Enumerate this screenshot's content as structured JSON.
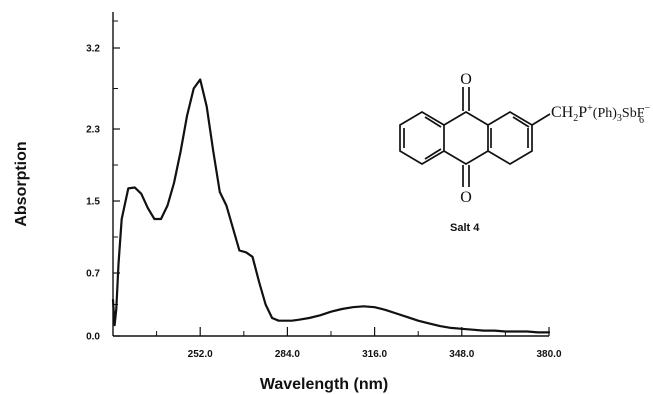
{
  "chart_data": {
    "type": "line",
    "title": "",
    "xlabel": "Wavelength (nm)",
    "ylabel": "Absorption",
    "xlim": [
      220,
      380
    ],
    "ylim": [
      0,
      3.6
    ],
    "x_ticks": [
      252,
      284,
      316,
      348,
      380
    ],
    "x_tick_labels": [
      "252.0",
      "284.0",
      "316.0",
      "348.0",
      "380.0"
    ],
    "y_ticks": [
      0.0,
      0.7,
      1.5,
      2.3,
      3.2
    ],
    "y_tick_labels": [
      "0.0",
      "0.7",
      "1.5",
      "2.3",
      "3.2"
    ],
    "grid": false,
    "series": [
      {
        "x": [
          220.0,
          220.6,
          221.2,
          222.0,
          223.2,
          225.6,
          228.0,
          230.4,
          232.8,
          235.2,
          237.6,
          240.0,
          242.4,
          244.8,
          247.2,
          249.6,
          252.0,
          254.4,
          256.8,
          259.2,
          261.6,
          264.0,
          266.4,
          268.8,
          271.2,
          273.6,
          276.0,
          278.4,
          280.8,
          283.2,
          285.6,
          288.0,
          292.0,
          296.0,
          300.0,
          304.0,
          308.0,
          312.0,
          316.0,
          320.0,
          324.0,
          328.0,
          332.0,
          336.0,
          340.0,
          344.0,
          348.0,
          352.0,
          356.0,
          360.0,
          364.0,
          368.0,
          372.0,
          376.0,
          380.0
        ],
        "y": [
          0.4,
          0.12,
          0.3,
          0.8,
          1.3,
          1.64,
          1.65,
          1.58,
          1.42,
          1.3,
          1.3,
          1.45,
          1.7,
          2.05,
          2.45,
          2.75,
          2.85,
          2.55,
          2.05,
          1.6,
          1.45,
          1.2,
          0.95,
          0.93,
          0.88,
          0.6,
          0.35,
          0.2,
          0.17,
          0.17,
          0.17,
          0.18,
          0.2,
          0.23,
          0.27,
          0.3,
          0.32,
          0.33,
          0.32,
          0.29,
          0.25,
          0.21,
          0.17,
          0.14,
          0.11,
          0.09,
          0.08,
          0.07,
          0.06,
          0.06,
          0.05,
          0.05,
          0.05,
          0.04,
          0.04
        ]
      }
    ],
    "annotations": [
      "Salt 4"
    ]
  },
  "structure": {
    "oxygen_top": "O",
    "oxygen_bottom": "O",
    "substituent_ch": "CH",
    "sub_2": "2",
    "substituent_p": "P",
    "sup_plus": "+",
    "substituent_ph": "(Ph)",
    "sub_3": "3",
    "substituent_sbf": "SbF",
    "sub_6": "6",
    "sup_minus": "−"
  }
}
